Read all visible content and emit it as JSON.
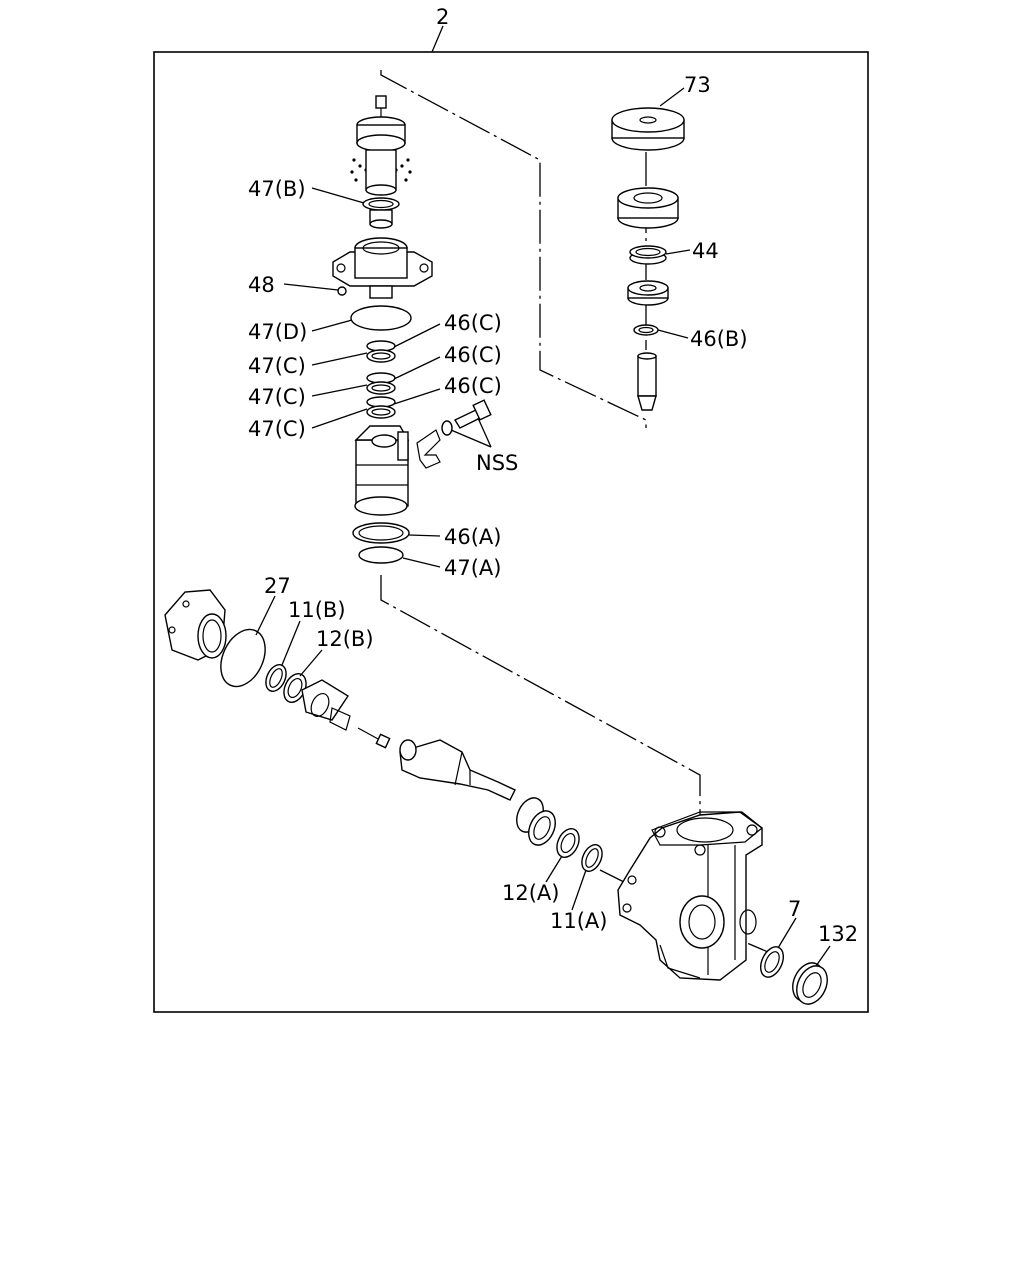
{
  "diagram": {
    "assembly_callout": "2",
    "labels": {
      "p73": "73",
      "p44": "44",
      "p46B": "46(B)",
      "p47B": "47(B)",
      "p48": "48",
      "p47D": "47(D)",
      "p46C1": "46(C)",
      "p47C1": "47(C)",
      "p46C2": "46(C)",
      "p47C2": "47(C)",
      "p46C3": "46(C)",
      "p47C3": "47(C)",
      "nss": "NSS",
      "p46A": "46(A)",
      "p47A": "47(A)",
      "p27": "27",
      "p11B": "11(B)",
      "p12B": "12(B)",
      "p12A": "12(A)",
      "p11A": "11(A)",
      "p7": "7",
      "p132": "132"
    }
  }
}
